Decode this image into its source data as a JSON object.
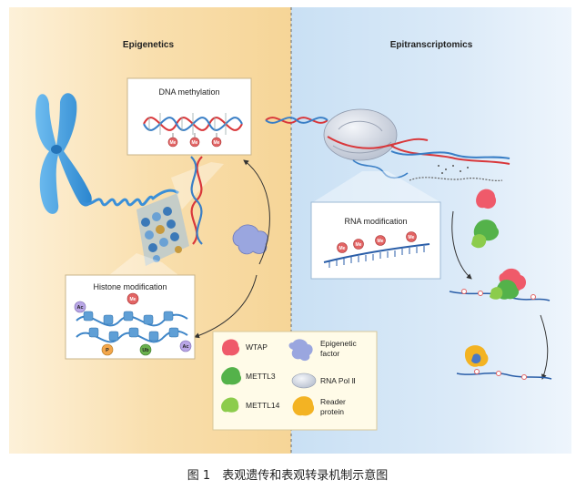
{
  "panels": {
    "left_title": "Epigenetics",
    "right_title": "Epitranscriptomics"
  },
  "insets": {
    "dna_methylation": "DNA methylation",
    "histone_modification": "Histone  modification",
    "rna_modification": "RNA modification"
  },
  "marks": {
    "me": "Me",
    "ac": "Ac",
    "p": "P",
    "ub": "Ub"
  },
  "legend": {
    "wtap": "WTAP",
    "mettl3": "METTL3",
    "mettl14": "METTL14",
    "epigenetic_factor_line1": "Epigenetic",
    "epigenetic_factor_line2": "factor",
    "rna_pol": "RNA Pol Ⅱ",
    "reader_line1": "Reader",
    "reader_line2": "protein"
  },
  "caption": "图 1　表观遗传和表观转录机制示意图",
  "colors": {
    "left_bg": "#f8dca4",
    "right_bg": "#d3e6f6",
    "chromosome": "#3f9fe0",
    "dna_red": "#d9373a",
    "dna_blue": "#3a7fc6",
    "me_mark": "#e26464",
    "wtap": "#ef5a6a",
    "mettl3": "#54b24a",
    "mettl14": "#8ccc4c",
    "reader": "#f3b323",
    "epigenetic_factor": "#9aa6df"
  }
}
